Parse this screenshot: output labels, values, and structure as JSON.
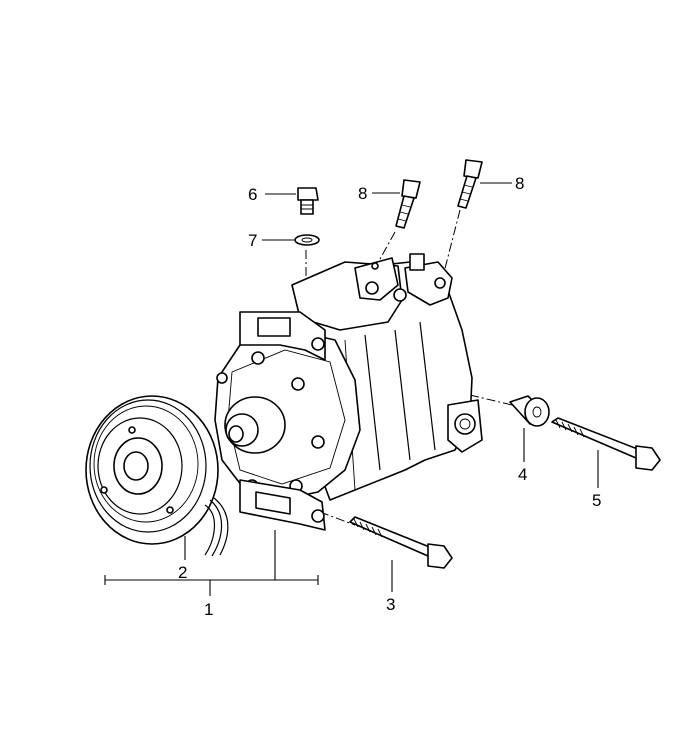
{
  "callouts": [
    {
      "id": "1",
      "label": "1"
    },
    {
      "id": "2",
      "label": "2"
    },
    {
      "id": "3",
      "label": "3"
    },
    {
      "id": "4",
      "label": "4"
    },
    {
      "id": "5",
      "label": "5"
    },
    {
      "id": "6",
      "label": "6"
    },
    {
      "id": "7",
      "label": "7"
    },
    {
      "id": "8a",
      "label": "8"
    },
    {
      "id": "8b",
      "label": "8"
    }
  ],
  "colors": {
    "ink": "#000000",
    "paper": "#ffffff"
  }
}
